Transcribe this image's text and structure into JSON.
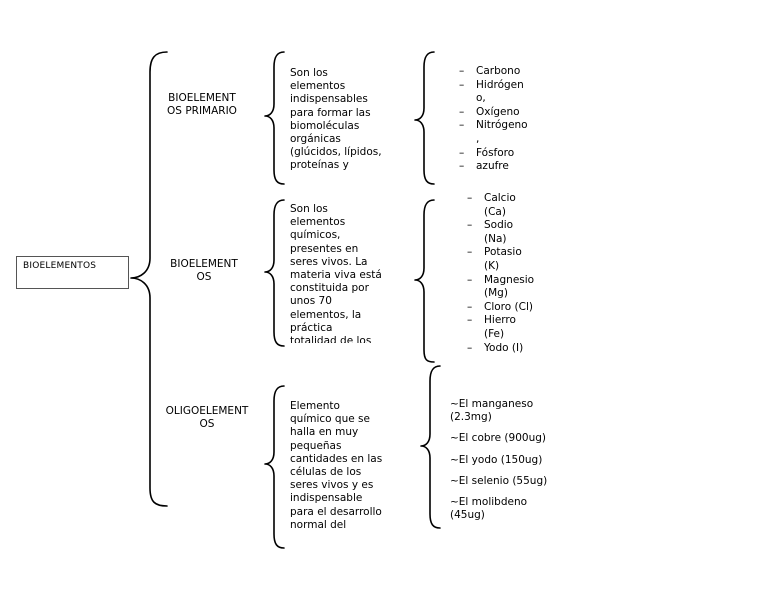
{
  "root": {
    "label": "BIOELEMENTOS"
  },
  "categories": [
    {
      "title": "BIOELEMENTOS PRIMARIO",
      "title_lines": [
        "BIOELEMENT",
        "OS PRIMARIO"
      ],
      "description": "Son los elementos indispensables para formar las biomoléculas orgánicas (glúcidos, lípidos, proteínas y",
      "items": [
        "Carbono",
        "Hidrógeno",
        "Oxígeno",
        "Nitrógeno",
        "Fósforo",
        "azufre"
      ],
      "item_lines": [
        [
          "Carbono"
        ],
        [
          "Hidrógen",
          "o,"
        ],
        [
          "Oxígeno"
        ],
        [
          "Nitrógeno",
          ","
        ],
        [
          "Fósforo"
        ],
        [
          "azufre"
        ]
      ]
    },
    {
      "title": "BIOELEMENTOS",
      "title_lines": [
        "BIOELEMENT",
        "OS"
      ],
      "description": "Son los elementos químicos, presentes en seres vivos. La materia viva está constituida por unos 70 elementos, la práctica totalidad de los",
      "items": [
        "Calcio (Ca)",
        "Sodio (Na)",
        "Potasio (K)",
        "Magnesio (Mg)",
        "Cloro (Cl)",
        "Hierro (Fe)",
        "Yodo (I)"
      ],
      "item_lines": [
        [
          "Calcio",
          "(Ca)"
        ],
        [
          "Sodio",
          "(Na)"
        ],
        [
          "Potasio",
          "(K)"
        ],
        [
          "Magnesio",
          "(Mg)"
        ],
        [
          "Cloro (Cl)"
        ],
        [
          "Hierro",
          "(Fe)"
        ],
        [
          "Yodo (I)"
        ]
      ]
    },
    {
      "title": "OLIGOELEMENTOS",
      "title_lines": [
        "OLIGOELEMENT",
        "OS"
      ],
      "description": "Elemento químico que se halla en muy pequeñas cantidades en las células de los seres vivos y es indispensable para el desarrollo normal del",
      "items": [
        "~El manganeso (2.3mg)",
        "~El cobre (900ug)",
        "~El yodo (150ug)",
        "~El selenio (55ug)",
        "~El molibdeno (45ug)"
      ]
    }
  ],
  "list_bullet": "–"
}
